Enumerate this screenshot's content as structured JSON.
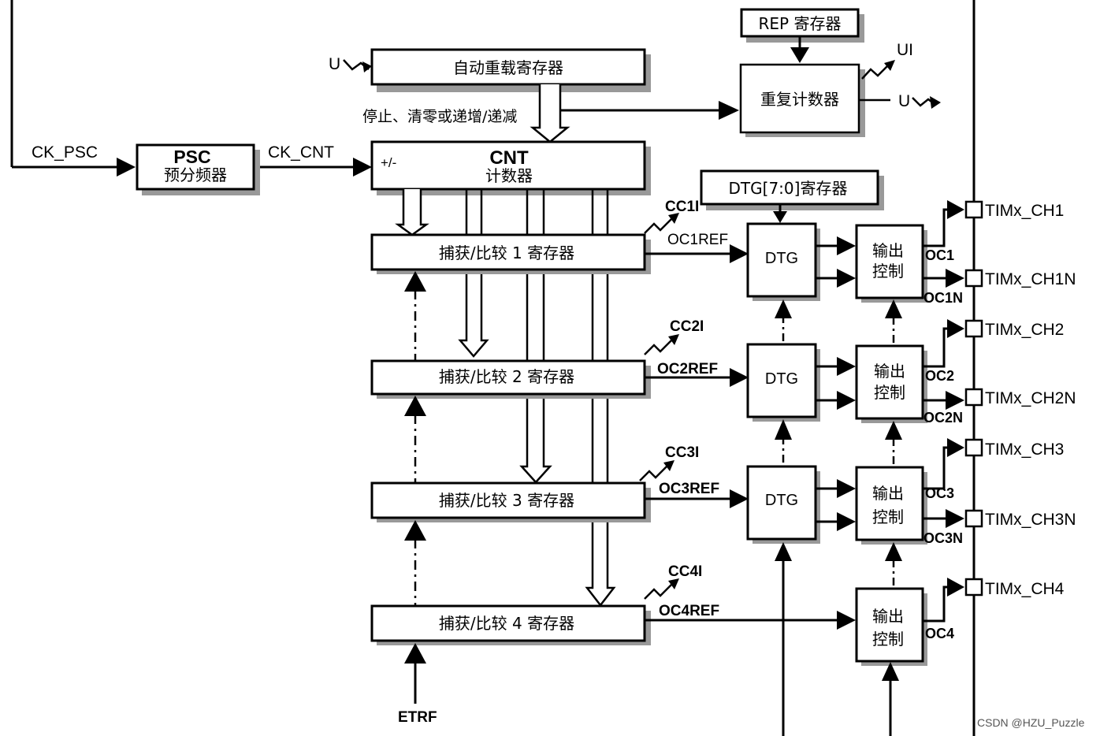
{
  "inputs": {
    "ck_psc": "CK_PSC",
    "ck_cnt": "CK_CNT",
    "etrf": "ETRF"
  },
  "psc": {
    "title": "PSC",
    "subtitle": "预分频器"
  },
  "cnt": {
    "title": "CNT",
    "subtitle": "计数器",
    "updown": "+/-"
  },
  "autoreload": {
    "label": "自动重载寄存器",
    "event": "U"
  },
  "counter_control": "停止、清零或递增/递减",
  "rep": {
    "label": "REP 寄存器",
    "counter": "重复计数器",
    "ui": "UI",
    "u": "U"
  },
  "dtg_register": "DTG[7:0]寄存器",
  "dtg_label": "DTG",
  "output_control": [
    "输出",
    "控制"
  ],
  "channels": [
    {
      "register": "捕获/比较 1 寄存器",
      "cc": "CC1I",
      "ref": "OC1REF",
      "oc": "OC1",
      "ocn": "OC1N",
      "pin": "TIMx_CH1",
      "pin_n": "TIMx_CH1N"
    },
    {
      "register": "捕获/比较 2 寄存器",
      "cc": "CC2I",
      "ref": "OC2REF",
      "oc": "OC2",
      "ocn": "OC2N",
      "pin": "TIMx_CH2",
      "pin_n": "TIMx_CH2N"
    },
    {
      "register": "捕获/比较 3 寄存器",
      "cc": "CC3I",
      "ref": "OC3REF",
      "oc": "OC3",
      "ocn": "OC3N",
      "pin": "TIMx_CH3",
      "pin_n": "TIMx_CH3N"
    },
    {
      "register": "捕获/比较 4 寄存器",
      "cc": "CC4I",
      "ref": "OC4REF",
      "oc": "OC4",
      "pin": "TIMx_CH4"
    }
  ],
  "watermark": "CSDN @HZU_Puzzle"
}
